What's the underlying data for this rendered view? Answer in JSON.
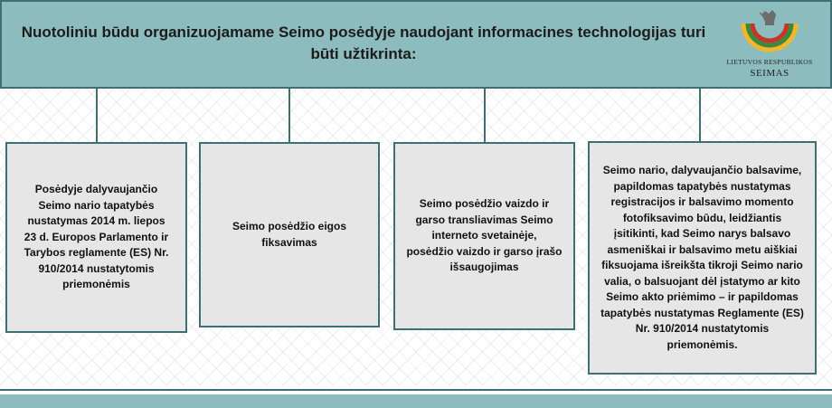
{
  "header": {
    "title": "Nuotoliniu būdu organizuojamame Seimo posėdyje naudojant informacines technologijas turi būti užtikrinta:",
    "logo": {
      "line1": "LIETUVOS RESPUBLIKOS",
      "line2": "SEIMAS",
      "stripe_colors": [
        "#f0b72c",
        "#3a8a3a",
        "#c8342c"
      ]
    }
  },
  "boxes": [
    {
      "text": "Posėdyje dalyvaujančio\nSeimo nario tapatybės\nnustatymas 2014 m. liepos\n23 d. Europos Parlamento ir\nTarybos reglamente (ES) Nr.\n910/2014 nustatytomis\npriemonėmis"
    },
    {
      "text": "Seimo posėdžio eigos\nfiksavimas"
    },
    {
      "text": "Seimo posėdžio vaizdo ir\ngarso transliavimas Seimo\ninterneto svetainėje,\nposėdžio vaizdo ir garso įrašo\nišsaugojimas"
    },
    {
      "text": "Seimo nario, dalyvaujančio balsavime,\npapildomas tapatybės nustatymas\nregistracijos ir balsavimo momento\nfotofiksavimo būdu, leidžiantis\nįsitikinti, kad Seimo narys balsavo\nasmeniškai ir balsavimo metu aiškiai\nfiksuojama išreikšta tikroji Seimo nario\nvalia, o balsuojant dėl įstatymo ar kito\nSeimo akto priėmimo – ir papildomas\ntapatybės nustatymas Reglamente (ES)\nNr. 910/2014 nustatytomis\npriemonėmis."
    }
  ],
  "colors": {
    "header_bg": "#8dbcbf",
    "border": "#3d6f73",
    "box_bg": "#e6e6e6"
  }
}
